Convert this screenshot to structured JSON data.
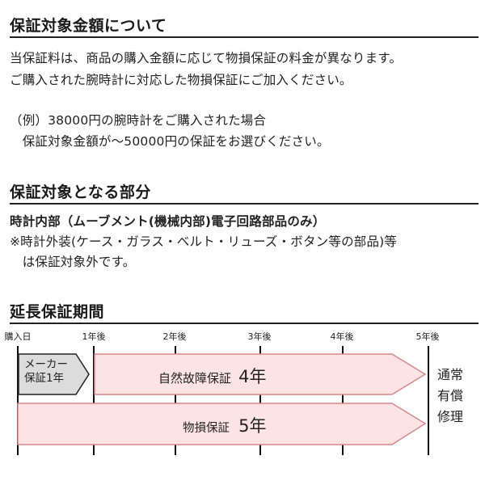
{
  "section1": {
    "title": "保証対象金額について",
    "lines": [
      "当保証料は、商品の購入金額に応じて物損保証の料金が異なります。",
      "ご購入された腕時計に対応した物損保証にご加入ください。"
    ],
    "example_lines": [
      "（例）38000円の腕時計をご購入された場合",
      "　保証対象金額が～50000円の保証をお選びください。"
    ]
  },
  "section2": {
    "title": "保証対象となる部分",
    "covered": "時計内部（ムーブメント(機械内部)電子回路部品のみ）",
    "note_lines": [
      "※時計外装(ケース・ガラス・ベルト・リューズ・ボタン等の部品)等",
      "　は保証対象外です。"
    ]
  },
  "section3": {
    "title": "延長保証期間",
    "timeline": {
      "ticks": [
        "購入日",
        "1年後",
        "2年後",
        "3年後",
        "4年後",
        "5年後"
      ],
      "maker_warranty": {
        "line1": "メーカー",
        "line2": "保証1年"
      },
      "natural_failure": {
        "label": "自然故障保証",
        "years": "4年"
      },
      "damage": {
        "label": "物損保証",
        "years": "5年"
      },
      "after": [
        "通常",
        "有償",
        "修理"
      ]
    },
    "colors": {
      "band_fill": "#fde3e3",
      "band_stroke": "#d4898b",
      "maker_fill": "#dcdcdc",
      "maker_stroke": "#222222"
    }
  }
}
